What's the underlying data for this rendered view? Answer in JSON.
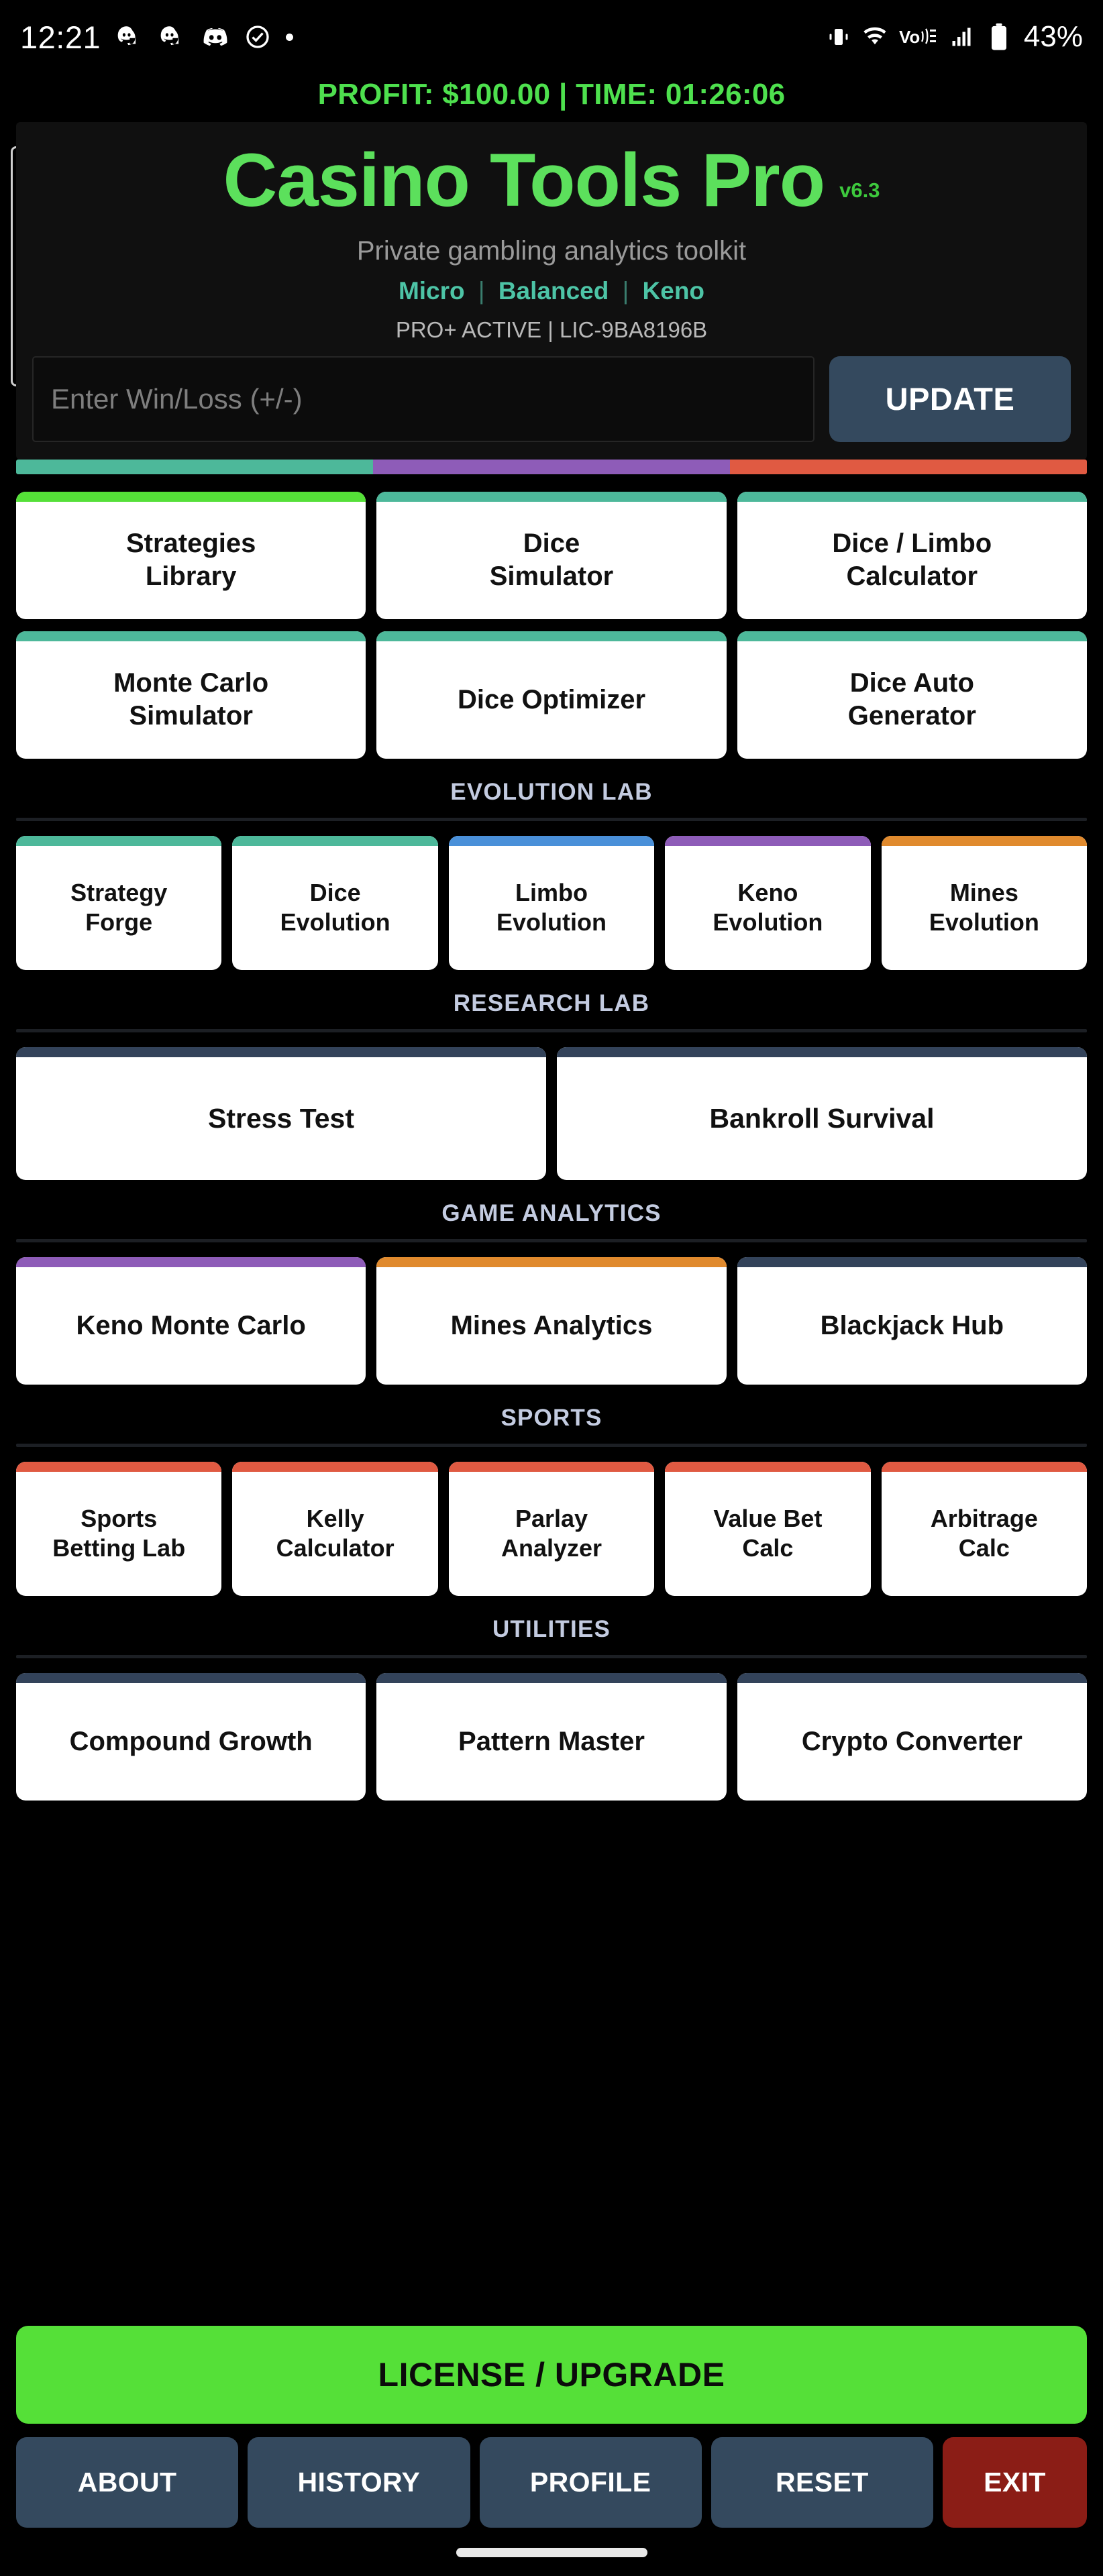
{
  "status_bar": {
    "time": "12:21",
    "battery_percent": "43%",
    "icons": [
      "discord-icon",
      "discord-icon",
      "discord-icon",
      "check-circle-icon",
      "dot-icon",
      "vibrate-icon",
      "wifi-icon",
      "volte-icon",
      "signal-icon",
      "battery-icon"
    ]
  },
  "ticker": {
    "text": "PROFIT: $100.00 | TIME: 01:26:06",
    "color": "#4ee04e"
  },
  "header": {
    "title": "Casino Tools Pro",
    "version": "v6.3",
    "subtitle": "Private gambling analytics toolkit",
    "modes": [
      "Micro",
      "Balanced",
      "Keno"
    ],
    "mode_separator": "|",
    "license_status": "PRO+ ACTIVE  |  LIC-9BA8196B"
  },
  "input": {
    "placeholder": "Enter Win/Loss (+/-)",
    "value": "",
    "update_label": "UPDATE"
  },
  "tricolor_bar": [
    {
      "color": "#4db89a",
      "flex": 1
    },
    {
      "color": "#8e5cb8",
      "flex": 1
    },
    {
      "color": "#e05a42",
      "flex": 1
    }
  ],
  "sections": [
    {
      "heading": null,
      "rows": [
        {
          "cols": 3,
          "tools": [
            {
              "label": "Strategies\nLibrary",
              "color": "#55e038"
            },
            {
              "label": "Dice\nSimulator",
              "color": "#4db89a"
            },
            {
              "label": "Dice / Limbo\nCalculator",
              "color": "#4db89a"
            }
          ]
        },
        {
          "cols": 3,
          "tools": [
            {
              "label": "Monte Carlo\nSimulator",
              "color": "#4db89a"
            },
            {
              "label": "Dice Optimizer",
              "color": "#4db89a"
            },
            {
              "label": "Dice Auto\nGenerator",
              "color": "#4db89a"
            }
          ]
        }
      ]
    },
    {
      "heading": "EVOLUTION LAB",
      "rows": [
        {
          "cols": 5,
          "tools": [
            {
              "label": "Strategy\nForge",
              "color": "#4db89a"
            },
            {
              "label": "Dice\nEvolution",
              "color": "#4db89a"
            },
            {
              "label": "Limbo\nEvolution",
              "color": "#4a90d9"
            },
            {
              "label": "Keno\nEvolution",
              "color": "#8e5cb8"
            },
            {
              "label": "Mines\nEvolution",
              "color": "#e08a2e"
            }
          ]
        }
      ]
    },
    {
      "heading": "RESEARCH LAB",
      "rows": [
        {
          "cols": 2,
          "tools": [
            {
              "label": "Stress Test",
              "color": "#33435a"
            },
            {
              "label": "Bankroll Survival",
              "color": "#33435a"
            }
          ]
        }
      ]
    },
    {
      "heading": "GAME ANALYTICS",
      "rows": [
        {
          "cols": 3,
          "tools": [
            {
              "label": "Keno Monte Carlo",
              "color": "#8e5cb8"
            },
            {
              "label": "Mines Analytics",
              "color": "#e08a2e"
            },
            {
              "label": "Blackjack Hub",
              "color": "#33435a"
            }
          ]
        }
      ]
    },
    {
      "heading": "SPORTS",
      "rows": [
        {
          "cols": 5,
          "tools": [
            {
              "label": "Sports\nBetting Lab",
              "color": "#e05a42"
            },
            {
              "label": "Kelly\nCalculator",
              "color": "#e05a42"
            },
            {
              "label": "Parlay\nAnalyzer",
              "color": "#e05a42"
            },
            {
              "label": "Value Bet\nCalc",
              "color": "#e05a42"
            },
            {
              "label": "Arbitrage\nCalc",
              "color": "#e05a42"
            }
          ]
        }
      ]
    },
    {
      "heading": "UTILITIES",
      "rows": [
        {
          "cols": 3,
          "tools": [
            {
              "label": "Compound Growth",
              "color": "#33435a"
            },
            {
              "label": "Pattern Master",
              "color": "#33435a"
            },
            {
              "label": "Crypto Converter",
              "color": "#33435a"
            }
          ]
        }
      ]
    }
  ],
  "footer": {
    "license_button": "LICENSE / UPGRADE",
    "license_color": "#55e038",
    "nav": [
      {
        "label": "ABOUT",
        "variant": "normal"
      },
      {
        "label": "HISTORY",
        "variant": "normal"
      },
      {
        "label": "PROFILE",
        "variant": "normal"
      },
      {
        "label": "RESET",
        "variant": "normal"
      },
      {
        "label": "EXIT",
        "variant": "danger"
      }
    ]
  }
}
